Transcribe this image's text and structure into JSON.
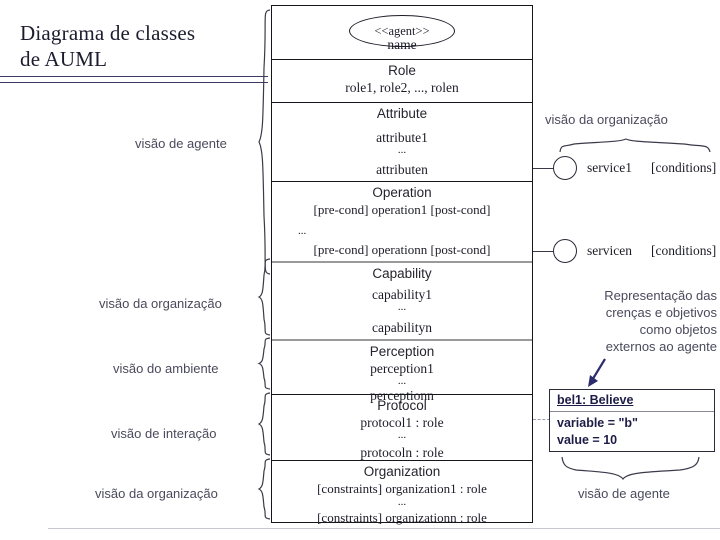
{
  "title": {
    "line1": "Diagrama de classes",
    "line2": "de AUML"
  },
  "class_box": {
    "stereotype": "<<agent>>",
    "name": "name",
    "sections": [
      {
        "title": "Role",
        "lines": [
          "role1, role2, ..., rolen"
        ]
      },
      {
        "title": "Attribute",
        "lines": [
          "attribute1",
          "...",
          "attributen"
        ]
      },
      {
        "title": "Operation",
        "lines": [
          "[pre-cond] operation1 [post-cond]",
          "...",
          "[pre-cond] operationn [post-cond]"
        ]
      },
      {
        "title": "Capability",
        "lines": [
          "capability1",
          "...",
          "capabilityn"
        ]
      },
      {
        "title": "Perception",
        "lines": [
          "perception1",
          "...",
          "perceptionn"
        ]
      },
      {
        "title": "Protocol",
        "lines": [
          "protocol1 : role",
          "...",
          "protocoln : role"
        ]
      },
      {
        "title": "Organization",
        "lines": [
          "[constraints] organization1 : role",
          "...",
          "[constraints] organizationn : role"
        ]
      }
    ]
  },
  "left_labels": [
    {
      "text": "visão de agente"
    },
    {
      "text": "visão da organização"
    },
    {
      "text": "visão do ambiente"
    },
    {
      "text": "visão de interação"
    },
    {
      "text": "visão da organização"
    }
  ],
  "services": {
    "group_label": "visão da organização",
    "items": [
      {
        "name": "service1",
        "conditions": "[conditions]"
      },
      {
        "name": "servicen",
        "conditions": "[conditions]"
      }
    ]
  },
  "belief": {
    "note_line1": "Representação das",
    "note_line2": "crenças e objetivos",
    "note_line3": "como objetos",
    "note_line4": "externos ao agente",
    "box_title": "bel1: Believe",
    "attr1": "variable = \"b\"",
    "attr2": "value = 10",
    "group_label": "visão de agente"
  },
  "colors": {
    "ink": "#15151c",
    "annotation": "#4a4a5c",
    "arrow": "#2b2b6e",
    "gray_divider": "#9a9a9a"
  }
}
